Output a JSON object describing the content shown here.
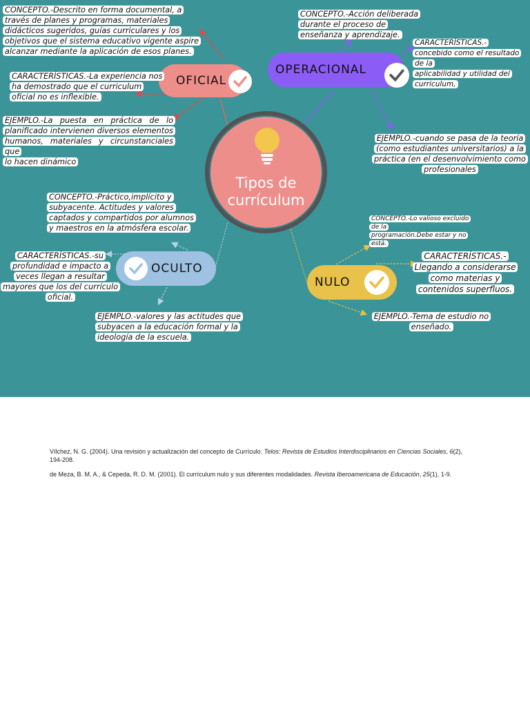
{
  "center": {
    "title_line1": "Tipos de",
    "title_line2": "currículum",
    "icon": "lightbulb-icon"
  },
  "branches": {
    "oficial": {
      "label": "OFICIAL",
      "color": "#ee8e8a",
      "concepto": [
        "CONCEPTO.-Descrito en forma documental, a",
        "través de planes y programas, materiales",
        "didácticos sugeridos, guías curriculares y los",
        "objetivos que el sistema educativo vigente aspire",
        "alcanzar mediante la aplicación de esos planes."
      ],
      "caracteristicas": [
        "CARACTERÍSTICAS.-La experiencia nos",
        "ha demostrado que el curriculum",
        "oficial no es inflexible."
      ],
      "ejemplo": [
        "EJEMPLO.-La puesta en práctica de lo",
        "planificado intervienen diversos elementos",
        "humanos, materiales y circunstanciales que",
        "lo hacen dinámico"
      ]
    },
    "operacional": {
      "label": "OPERACIONAL",
      "color": "#8c5cf6",
      "concepto": [
        "CONCEPTO.-Acción deliberada",
        "durante el proceso de",
        "enseñanza y aprendizaje."
      ],
      "caracteristicas": [
        "CARACTERÍSTICAS.-",
        "concebido como el resultado",
        "de la",
        "aplicabilidad y utilidad del",
        "curriculum,"
      ],
      "ejemplo": [
        "EJEMPLO.-cuando se pasa de la teoría",
        "(como estudiantes universitarios) a la",
        "práctica (en el desenvolvimiento como",
        "profesionales"
      ]
    },
    "oculto": {
      "label": "OCULTO",
      "color": "#9fc2e2",
      "concepto": [
        "CONCEPTO.-Práctico,implícito y",
        "subyacente. Actitudes y valores",
        "captados y compartidos por alumnos",
        "y maestros en la atmósfera escolar."
      ],
      "caracteristicas": [
        "CARACTERÍSTICAS.-su",
        "profundidad e impacto a",
        "veces llegan a resultar",
        "mayores que los del currículo",
        "oficial."
      ],
      "ejemplo": [
        "EJEMPLO.-valores y las actitudes que",
        "subyacen a la educación formal y la",
        "ideología de la escuela."
      ]
    },
    "nulo": {
      "label": "NULO",
      "color": "#e8c24a",
      "concepto": [
        "CONCEPTO.-Lo valioso excluido",
        "de la",
        "programación.Debe estar y no",
        "está."
      ],
      "caracteristicas": [
        "CARACTERÍSTICAS.-",
        "Llegando a considerarse",
        "como materias y",
        "contenidos superfluos."
      ],
      "ejemplo": [
        "EJEMPLO.-Tema de estudio no",
        "enseñado."
      ]
    }
  },
  "references": [
    {
      "plain": "Vílchez, N. G. (2004). Una revisión y actualización del concepto de Currículo. ",
      "journal": "Telos: Revista de Estudios Interdisciplinarios en Ciencias Sociales",
      "sep": ", ",
      "volume": "6",
      "tail": "(2), 194-208."
    },
    {
      "plain": "de Meza, B. M. A., & Cepeda, R. D. M. (2001). El currículum nulo y sus diferentes modalidades. ",
      "journal": "Revista Iberoamericana de Educación",
      "sep": ", ",
      "volume": "25",
      "tail": "(1), 1-9."
    }
  ]
}
